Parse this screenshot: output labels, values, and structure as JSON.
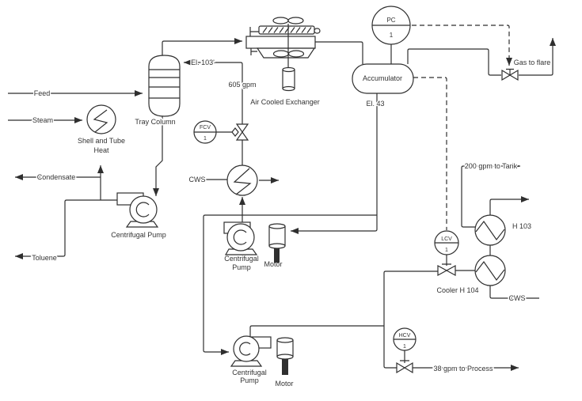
{
  "labels": {
    "feed": "Feed",
    "steam": "Steam",
    "condensate": "Condensate",
    "toluene": "Toluene",
    "shell_tube_line1": "Shell and Tube",
    "shell_tube_line2": "Heat",
    "tray_column": "Tray Column",
    "pump1": "Centrifugal Pump",
    "el103": "El. 103'",
    "gpm605": "605 gpm",
    "air_cooled": "Air Cooled Exchanger",
    "fcv": "FCV",
    "fcv_no": "1",
    "cws_left": "CWS",
    "pump2_line1": "Centrifugal",
    "pump2_line2": "Pump",
    "motor2": "Motor",
    "accumulator": "Accumulator",
    "el43": "El. 43",
    "pc": "PC",
    "pc_no": "1",
    "gas_to_flare": "Gas to flare",
    "lcv": "LCV",
    "lcv_no": "1",
    "tank200": "200 gpm to Tank",
    "h103": "H 103",
    "cooler_h104": "Cooler H 104",
    "cws_right": "CWS",
    "hcv": "HCV",
    "hcv_no": "1",
    "process38": "38 gpm to Process",
    "pump3_line1": "Centrifugal",
    "pump3_line2": "Pump",
    "motor3": "Motor"
  },
  "colors": {
    "line": "#2f2f2f",
    "text": "#333333",
    "background": "#ffffff"
  }
}
